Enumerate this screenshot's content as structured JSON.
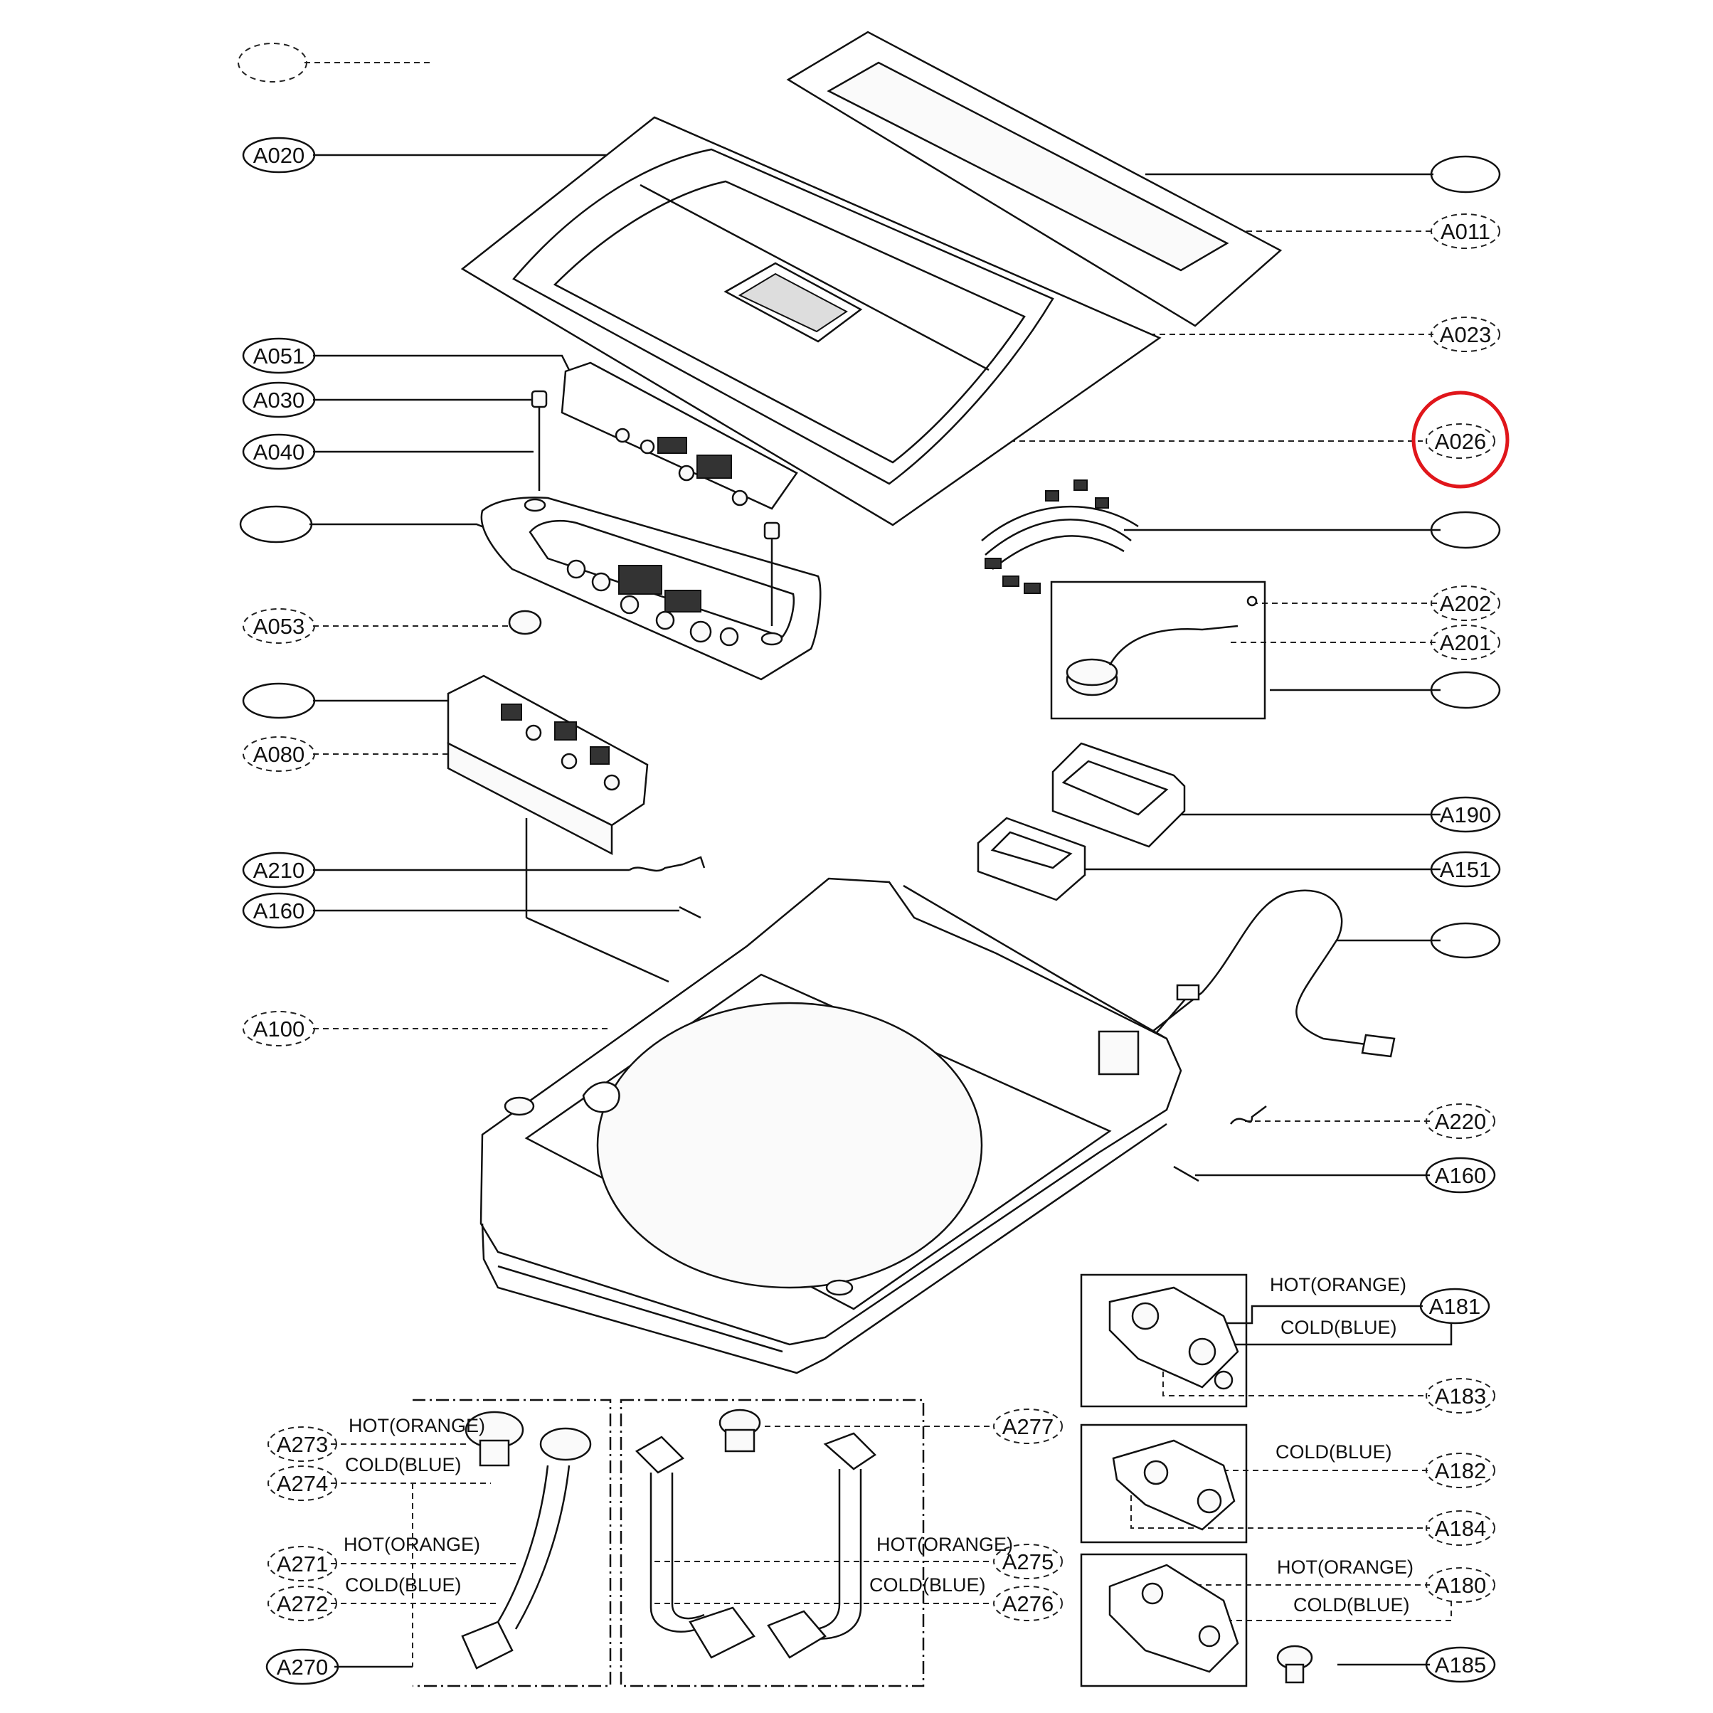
{
  "labels": {
    "A011": "A011",
    "A020": "A020",
    "A023": "A023",
    "A026": "A026",
    "A051": "A051",
    "A030": "A030",
    "A040": "A040",
    "A053": "A053",
    "A080": "A080",
    "A210": "A210",
    "A160": "A160",
    "A100": "A100",
    "A202": "A202",
    "A201": "A201",
    "A190": "A190",
    "A151": "A151",
    "A220": "A220",
    "A181": "A181",
    "A183": "A183",
    "A182": "A182",
    "A184": "A184",
    "A180": "A180",
    "A185": "A185",
    "A273": "A273",
    "A274": "A274",
    "A271": "A271",
    "A272": "A272",
    "A270": "A270",
    "A277": "A277",
    "A275": "A275",
    "A276": "A276"
  },
  "captions": {
    "hot_orange": "HOT(ORANGE)",
    "cold_blue": "COLD(BLUE)"
  },
  "highlight": {
    "target": "A026",
    "color": "#e0161b"
  }
}
